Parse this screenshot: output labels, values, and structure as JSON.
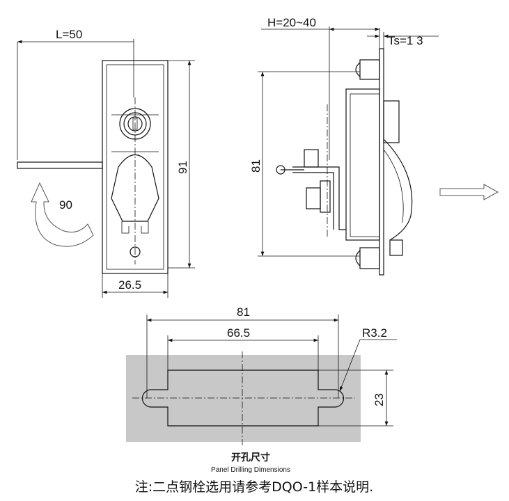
{
  "front_view": {
    "lever_length": "L=50",
    "rotation_angle": "90",
    "height": "91",
    "width": "26.5"
  },
  "side_view": {
    "grip_range": "H=20~40",
    "panel_thickness": "Ts=1  3",
    "height": "81"
  },
  "cutout": {
    "overall_length": "81",
    "inner_length": "66.5",
    "radius": "R3.2",
    "height": "23",
    "title_cn": "开孔尺寸",
    "title_en": "Panel Drilling Dimensions"
  },
  "note": "注:二点钢栓选用请参考DQO-1样本说明.",
  "colors": {
    "panel": "#c8c8c8",
    "line": "#111111"
  }
}
